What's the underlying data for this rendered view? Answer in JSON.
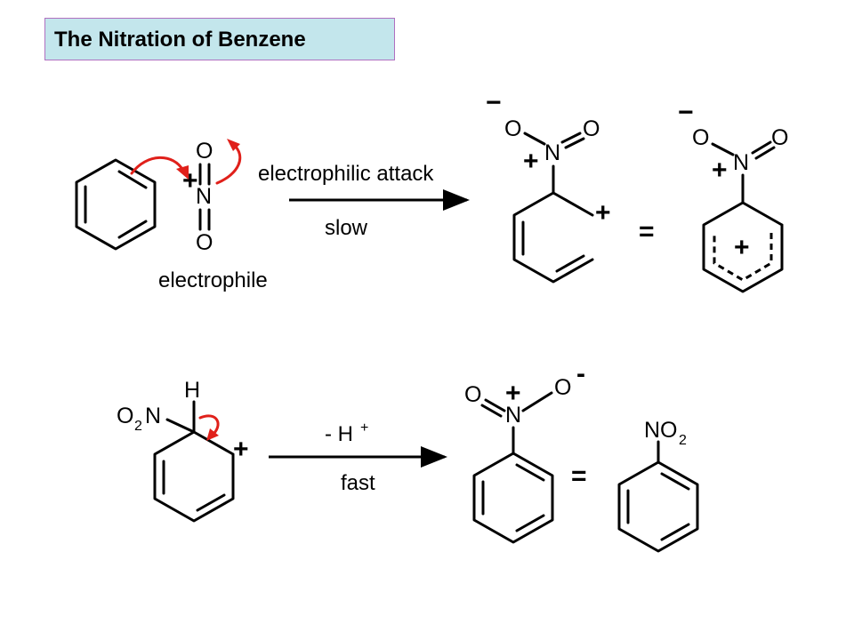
{
  "title": "The Nitration of Benzene",
  "colors": {
    "title_bg": "#c3e6ec",
    "title_border": "#b070c0",
    "curly_arrow": "#e0201a"
  },
  "atoms": {
    "oxygen": "O",
    "nitrogen": "N",
    "hydrogen": "H",
    "o2n_o": "O",
    "o2n_sub": "2",
    "o2n_n": "N",
    "no2_no": "NO",
    "no2_sub": "2"
  },
  "charges": {
    "plus": "+",
    "minus": "−",
    "minus_short": "-",
    "equals": "="
  },
  "step1": {
    "electrophile_label": "electrophile",
    "arrow_label_top": "electrophilic attack",
    "arrow_label_bottom": "slow"
  },
  "step2": {
    "arrow_label_top": "- H",
    "arrow_label_top_sup": "+",
    "arrow_label_bottom": "fast"
  }
}
